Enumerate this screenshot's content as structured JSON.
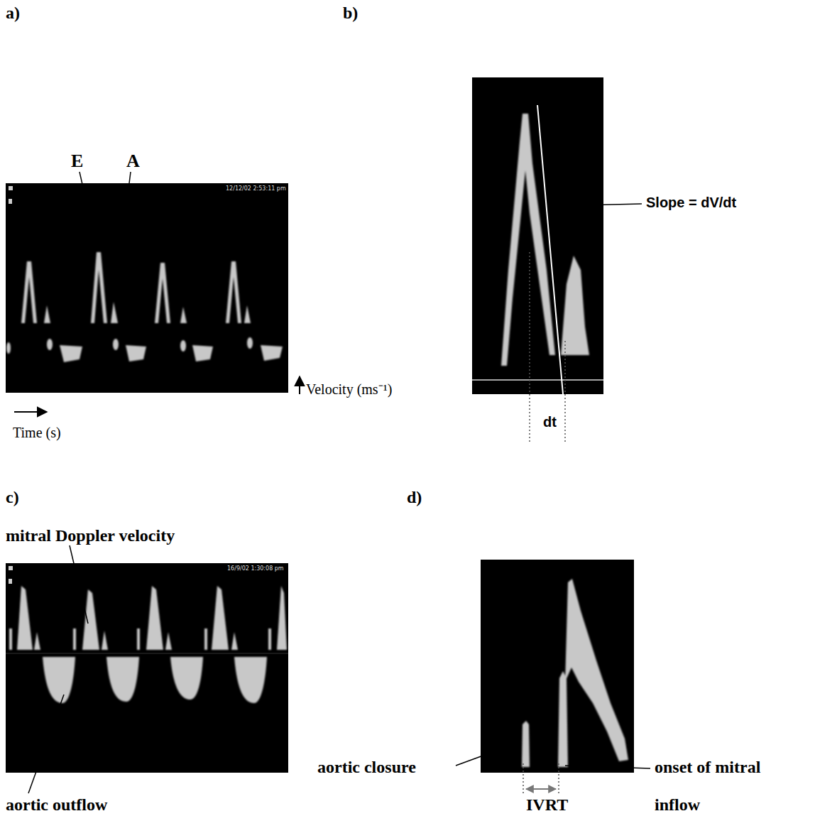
{
  "diagram": {
    "labels": [
      "a)",
      "b)",
      "E",
      "A",
      "12/12/02 2:53:11 pm",
      "Velocity (ms⁻¹)",
      "Time (s)",
      "Slope = dV/dt",
      "dt",
      "c)",
      "d)",
      "mitral Doppler velocity",
      "16/9/02 1:30:08 pm",
      "aortic outflow",
      "aortic closure",
      "IVRT",
      "onset of mitral inflow"
    ]
  }
}
